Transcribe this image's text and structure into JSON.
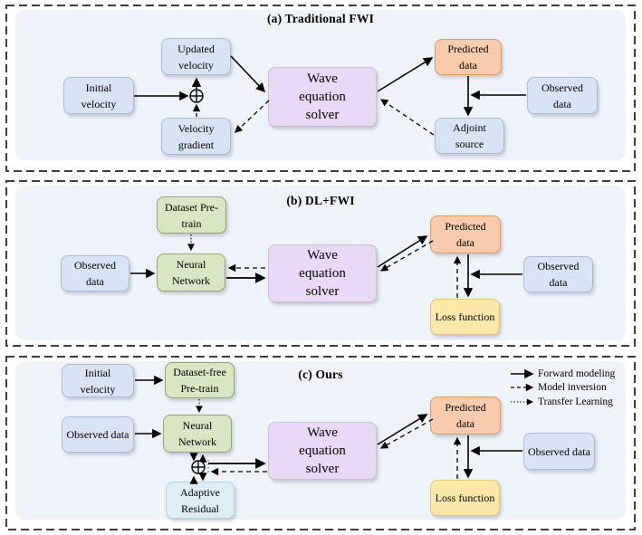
{
  "figure_type": "three-panel comparison diagram of Full Waveform Inversion workflows",
  "colors": {
    "panel_fill": "#eef2f9",
    "panel_dashed_border": "#3d3d3d",
    "velocity_data_box": "#dae3f3",
    "network_box": "#d9e6c3",
    "solver_box": "#e9d9f7",
    "predicted_box": "#f8cbad",
    "loss_box": "#fce8a9",
    "residual_box": "#ddeef4",
    "arrow": "#000000"
  },
  "panel_a": {
    "title": "(a) Traditional FWI",
    "initial_velocity": "Initial velocity",
    "updated_velocity": "Updated velocity",
    "velocity_gradient": "Velocity gradient",
    "wave_solver": "Wave equation solver",
    "predicted_data": "Predicted data",
    "adjoint_source": "Adjoint source",
    "observed_data": "Observed data"
  },
  "panel_b": {
    "title": "(b) DL+FWI",
    "dataset_pretrain": "Dataset Pre-train",
    "observed_data_left": "Observed data",
    "neural_network": "Neural Network",
    "wave_solver": "Wave equation solver",
    "predicted_data": "Predicted data",
    "loss_function": "Loss function",
    "observed_data_right": "Observed data"
  },
  "panel_c": {
    "title": "(c) Ours",
    "initial_velocity": "Initial velocity",
    "dataset_free_pretrain": "Dataset-free Pre-train",
    "observed_data_left": "Observed data",
    "neural_network": "Neural Network",
    "adaptive_residual": "Adaptive Residual",
    "wave_solver": "Wave equation solver",
    "predicted_data": "Predicted data",
    "loss_function": "Loss function",
    "observed_data_right": "Observed data"
  },
  "legend": {
    "items": [
      {
        "style": "solid",
        "label": "Forward modeling"
      },
      {
        "style": "dashed",
        "label": "Model inversion"
      },
      {
        "style": "dotted",
        "label": "Transfer Learning"
      }
    ]
  }
}
